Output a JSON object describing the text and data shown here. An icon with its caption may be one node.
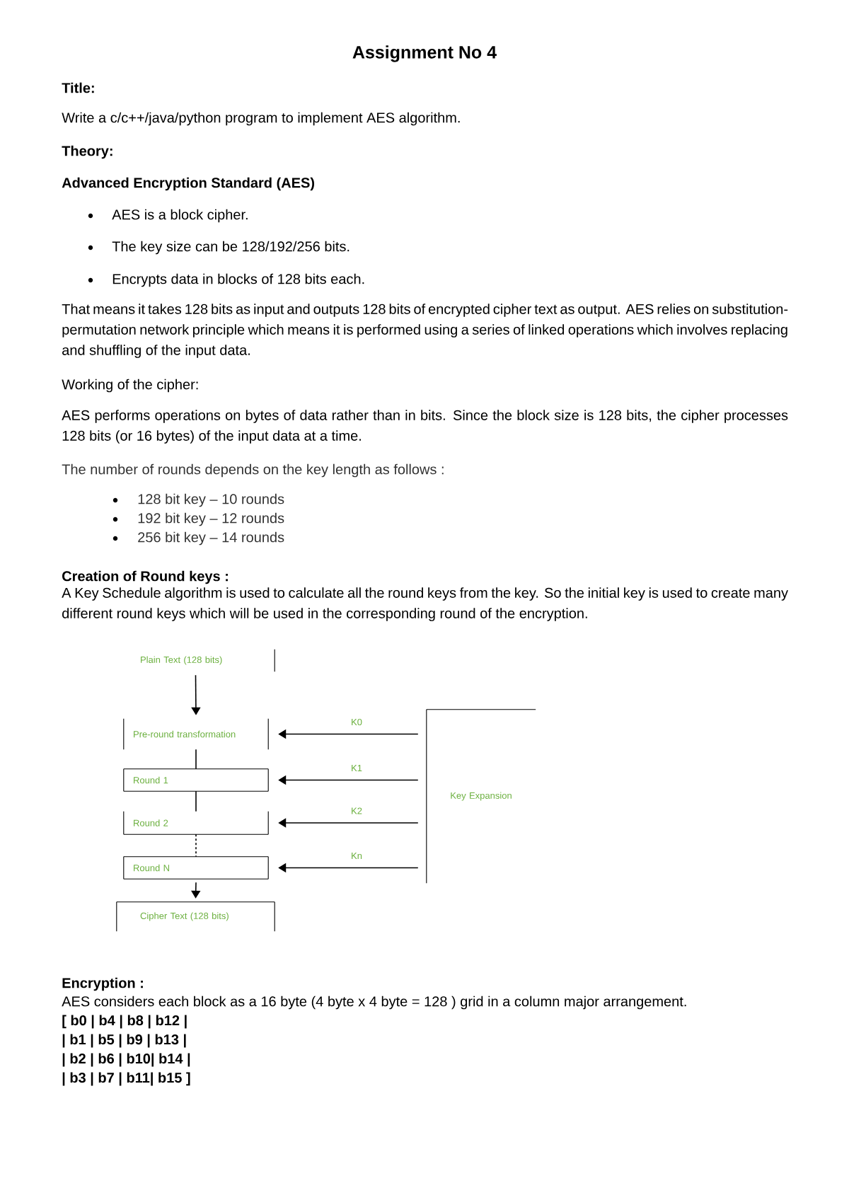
{
  "diagram": {
    "title": "Assignment No 4",
    "nodes": [
      {
        "text": [
          "Plain Text (128 bits)"
        ]
      },
      {
        "text": [
          "Pre-round transformation"
        ]
      },
      {
        "text": [
          "Round 1"
        ]
      },
      {
        "text": [
          "Round 2"
        ]
      },
      {
        "text": [
          "Round N"
        ]
      },
      {
        "text": [
          "Cipher Text (128 bits)"
        ]
      },
      {
        "text": [
          "Key Expansion"
        ]
      }
    ],
    "edges": [
      {
        "from": 0,
        "to": 1,
        "arrow": "to"
      },
      {
        "from": 1,
        "to": 2,
        "arrow": "none"
      },
      {
        "from": 2,
        "to": 3,
        "arrow": "none"
      },
      {
        "from": 3,
        "to": 4,
        "arrow": "none",
        "style": "dashed"
      },
      {
        "from": 4,
        "to": 5,
        "arrow": "to"
      },
      {
        "from": 6,
        "to": 1,
        "arrow": "to",
        "label": "K0"
      },
      {
        "from": 6,
        "to": 2,
        "arrow": "to",
        "label": "K1"
      },
      {
        "from": 6,
        "to": 3,
        "arrow": "to",
        "label": "K2"
      },
      {
        "from": 6,
        "to": 4,
        "arrow": "to",
        "label": "Kn"
      }
    ],
    "labels": [
      "Title:",
      "Write a c/c++/java/python program to implement AES algorithm.",
      "Theory:",
      "Advanced Encryption Standard (AES)",
      "AES is a block cipher.",
      "The key size can be 128/192/256 bits.",
      "Encrypts data in blocks of 128 bits each.",
      "That means it takes 128 bits as input and outputs 128 bits of encrypted cipher text as output. AES relies on substitution-permutation network principle which means it is performed using a series of linked operations which involves replacing and shuffling of the input data.",
      "Working of the cipher:",
      "AES performs operations on bytes of data rather than in bits. Since the block size is 128 bits, the cipher processes 128 bits (or 16 bytes) of the input data at a time.",
      "The number of rounds depends on the key length as follows :",
      "128 bit key – 10 rounds",
      "192 bit key – 12 rounds",
      "256 bit key – 14 rounds",
      "Creation of Round keys :",
      "A Key Schedule algorithm is used to calculate all the round keys from the key. So the initial key is used to create many different round keys which will be used in the corresponding round of the encryption.",
      "Encryption :",
      "AES considers each block as a 16 byte (4 byte x 4 byte = 128 ) grid in a column major arrangement.",
      "[ b0 | b4 | b8 | b12 |",
      "| b1 | b5 | b9 | b13 |",
      "| b2 | b6 | b10| b14 |",
      "| b3 | b7 | b11| b15 ]"
    ]
  }
}
